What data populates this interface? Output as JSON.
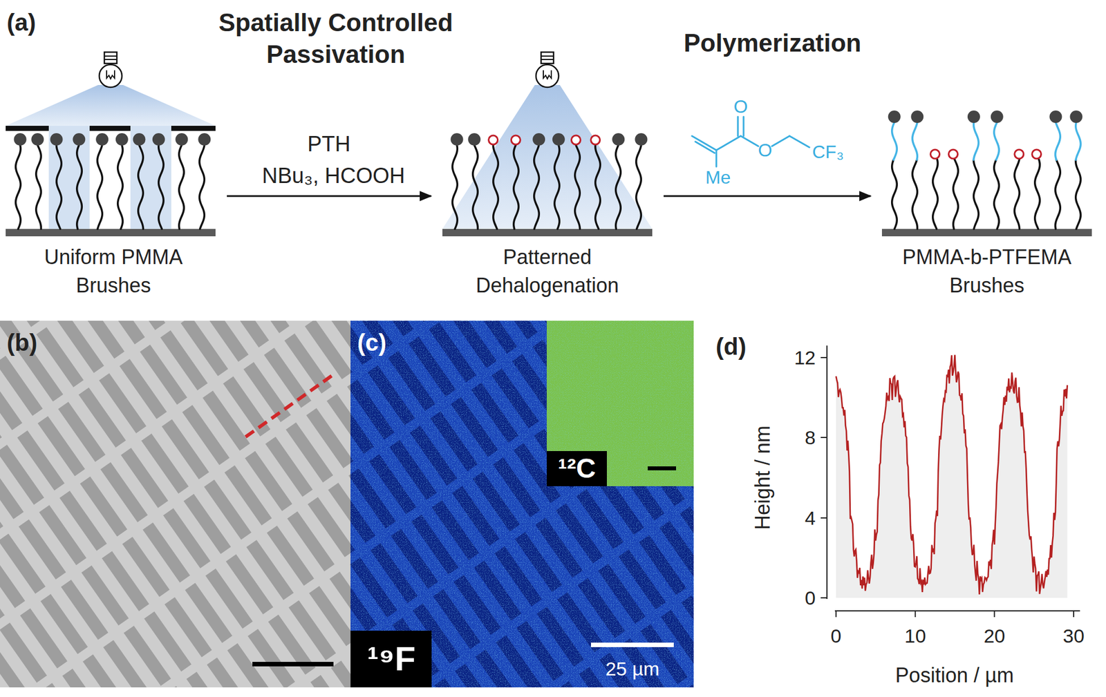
{
  "diagram": {
    "nodes": [
      {
        "text": [
          "Uniform PMMA Brushes"
        ]
      },
      {
        "text": [
          "Patterned Dehalogenation"
        ]
      },
      {
        "text": [
          "PMMA-b-PTFEMA Brushes"
        ]
      }
    ],
    "edges": [
      {
        "from": 0,
        "to": 1,
        "arrow": "to",
        "label": "PTH"
      },
      {
        "from": 1,
        "to": 2,
        "arrow": "to"
      }
    ],
    "labels": [
      "(a)",
      "Spatially Controlled Passivation",
      "Polymerization",
      "NBu₃, HCOOH",
      "O",
      "O",
      "Me",
      "CF₃",
      "(b)",
      "(c)",
      "¹²C",
      "¹⁹F",
      "25 µm",
      "(d)",
      "12",
      "8",
      "4",
      "0",
      "0",
      "10",
      "20",
      "30",
      "Height / nm",
      "Position / µm"
    ]
  }
}
